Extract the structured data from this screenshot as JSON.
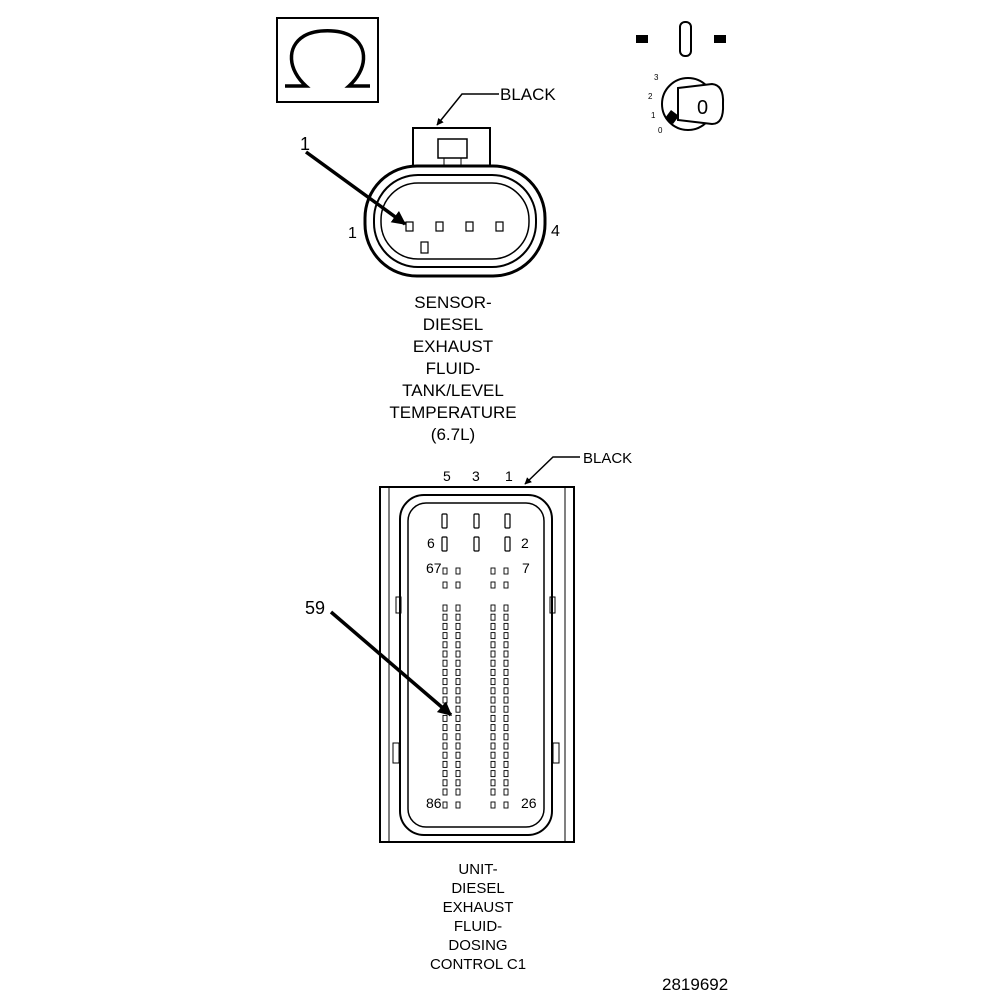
{
  "ohm_symbol": "ohm-meter-icon",
  "ignition_switch": {
    "icon": "ignition-key-icon",
    "positions": [
      "3",
      "2",
      "1",
      "0"
    ],
    "key_label": "0"
  },
  "connector1": {
    "color_label": "BLACK",
    "callout": "1",
    "pin_left": "1",
    "pin_right": "4",
    "title_lines": [
      "SENSOR-",
      "DIESEL",
      "EXHAUST",
      "FLUID-",
      "TANK/LEVEL",
      "TEMPERATURE",
      "(6.7L)"
    ]
  },
  "connector2": {
    "color_label": "BLACK",
    "callout": "59",
    "top_pins": [
      "5",
      "3",
      "1"
    ],
    "pin_6": "6",
    "pin_2": "2",
    "pin_67": "67",
    "pin_7": "7",
    "pin_86": "86",
    "pin_26": "26",
    "title_lines": [
      "UNIT-",
      "DIESEL",
      "EXHAUST",
      "FLUID-",
      "DOSING",
      "CONTROL C1"
    ]
  },
  "figure_number": "2819692"
}
